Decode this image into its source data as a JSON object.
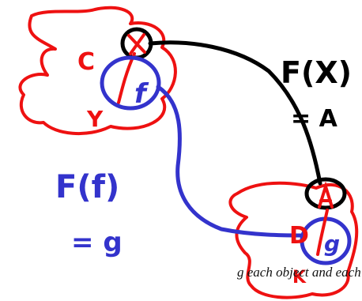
{
  "labels": {
    "source_object": "X",
    "source_domain": "C",
    "source_letter_y": "Y",
    "source_morphism": "f",
    "target_domain": "D",
    "target_object": "A",
    "target_morphism": "g",
    "functor_on_object_line1": "F(X)",
    "functor_on_object_line2": "= A",
    "functor_on_morphism_line1": "F(f)",
    "functor_on_morphism_line2": "= g",
    "target_corner_mark": "K"
  },
  "caption": "g each object and each",
  "colors": {
    "red": "#ee1111",
    "black": "#000000",
    "blue": "#3333cc"
  }
}
